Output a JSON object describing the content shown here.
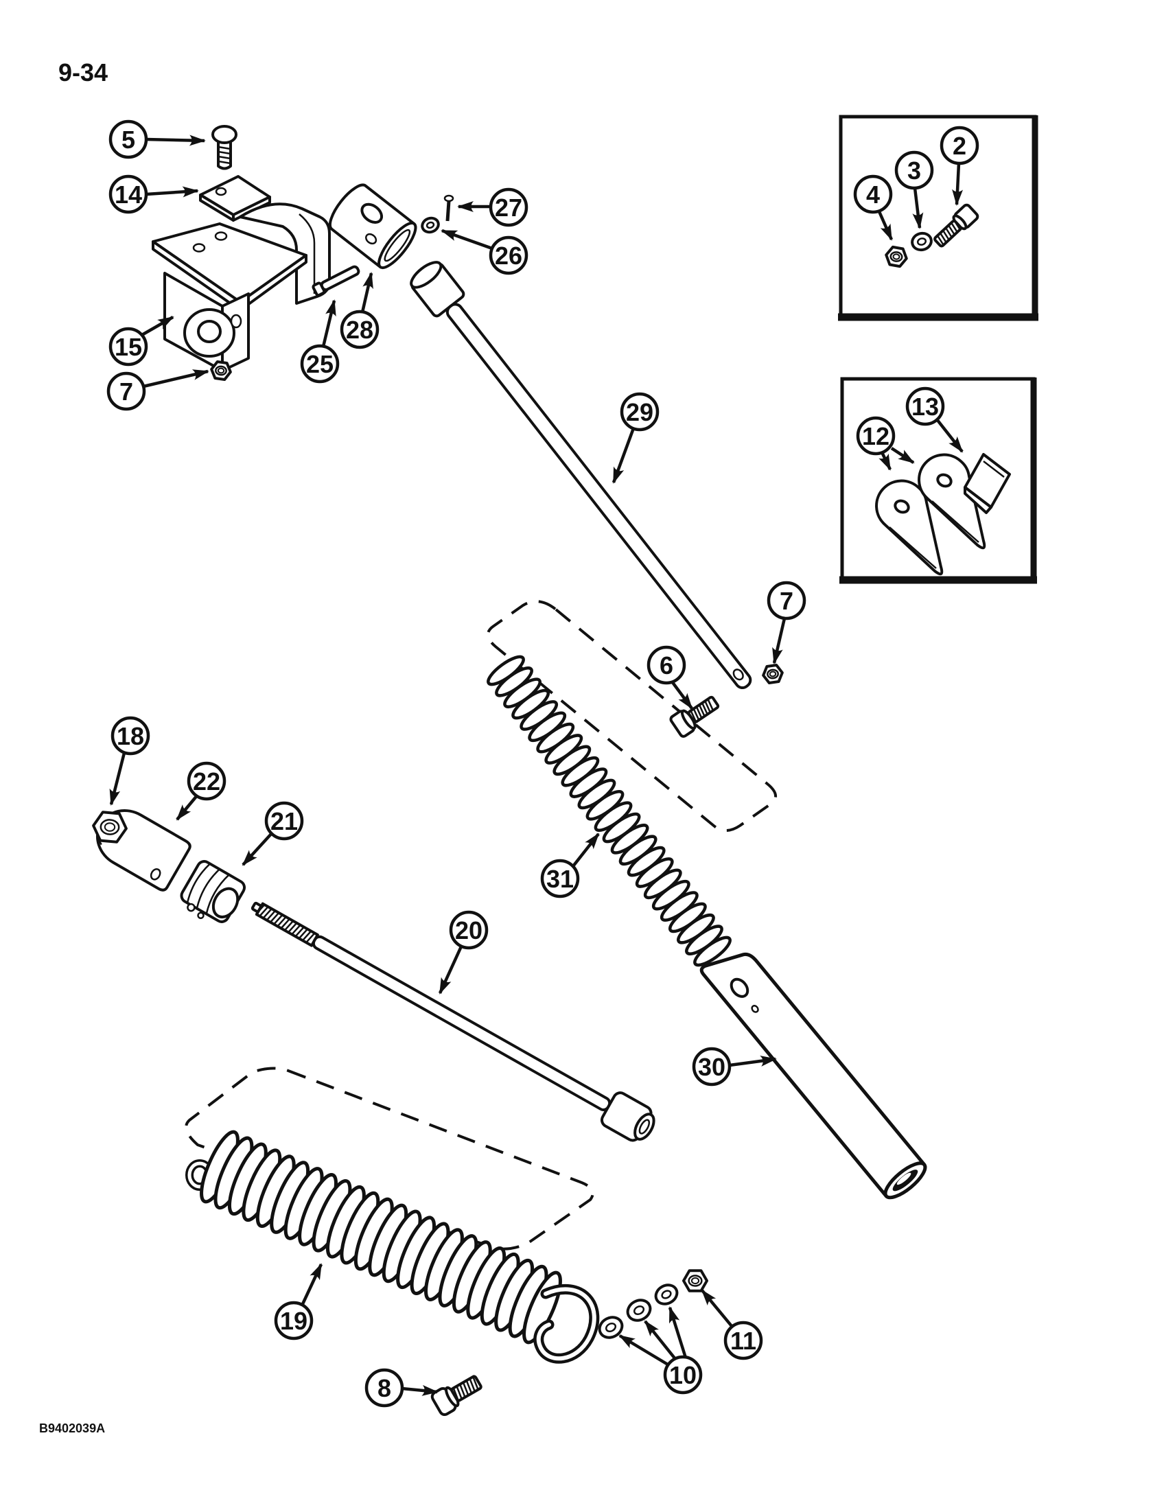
{
  "page": {
    "number": "9-34",
    "figure_code": "B9402039A"
  },
  "callouts": [
    {
      "label": "5"
    },
    {
      "label": "14"
    },
    {
      "label": "15"
    },
    {
      "label": "7"
    },
    {
      "label": "25"
    },
    {
      "label": "28"
    },
    {
      "label": "27"
    },
    {
      "label": "26"
    },
    {
      "label": "29"
    },
    {
      "label": "7"
    },
    {
      "label": "6"
    },
    {
      "label": "18"
    },
    {
      "label": "22"
    },
    {
      "label": "21"
    },
    {
      "label": "20"
    },
    {
      "label": "31"
    },
    {
      "label": "30"
    },
    {
      "label": "19"
    },
    {
      "label": "8"
    },
    {
      "label": "10"
    },
    {
      "label": "11"
    },
    {
      "label": "2"
    },
    {
      "label": "3"
    },
    {
      "label": "4"
    },
    {
      "label": "12"
    },
    {
      "label": "13"
    }
  ]
}
